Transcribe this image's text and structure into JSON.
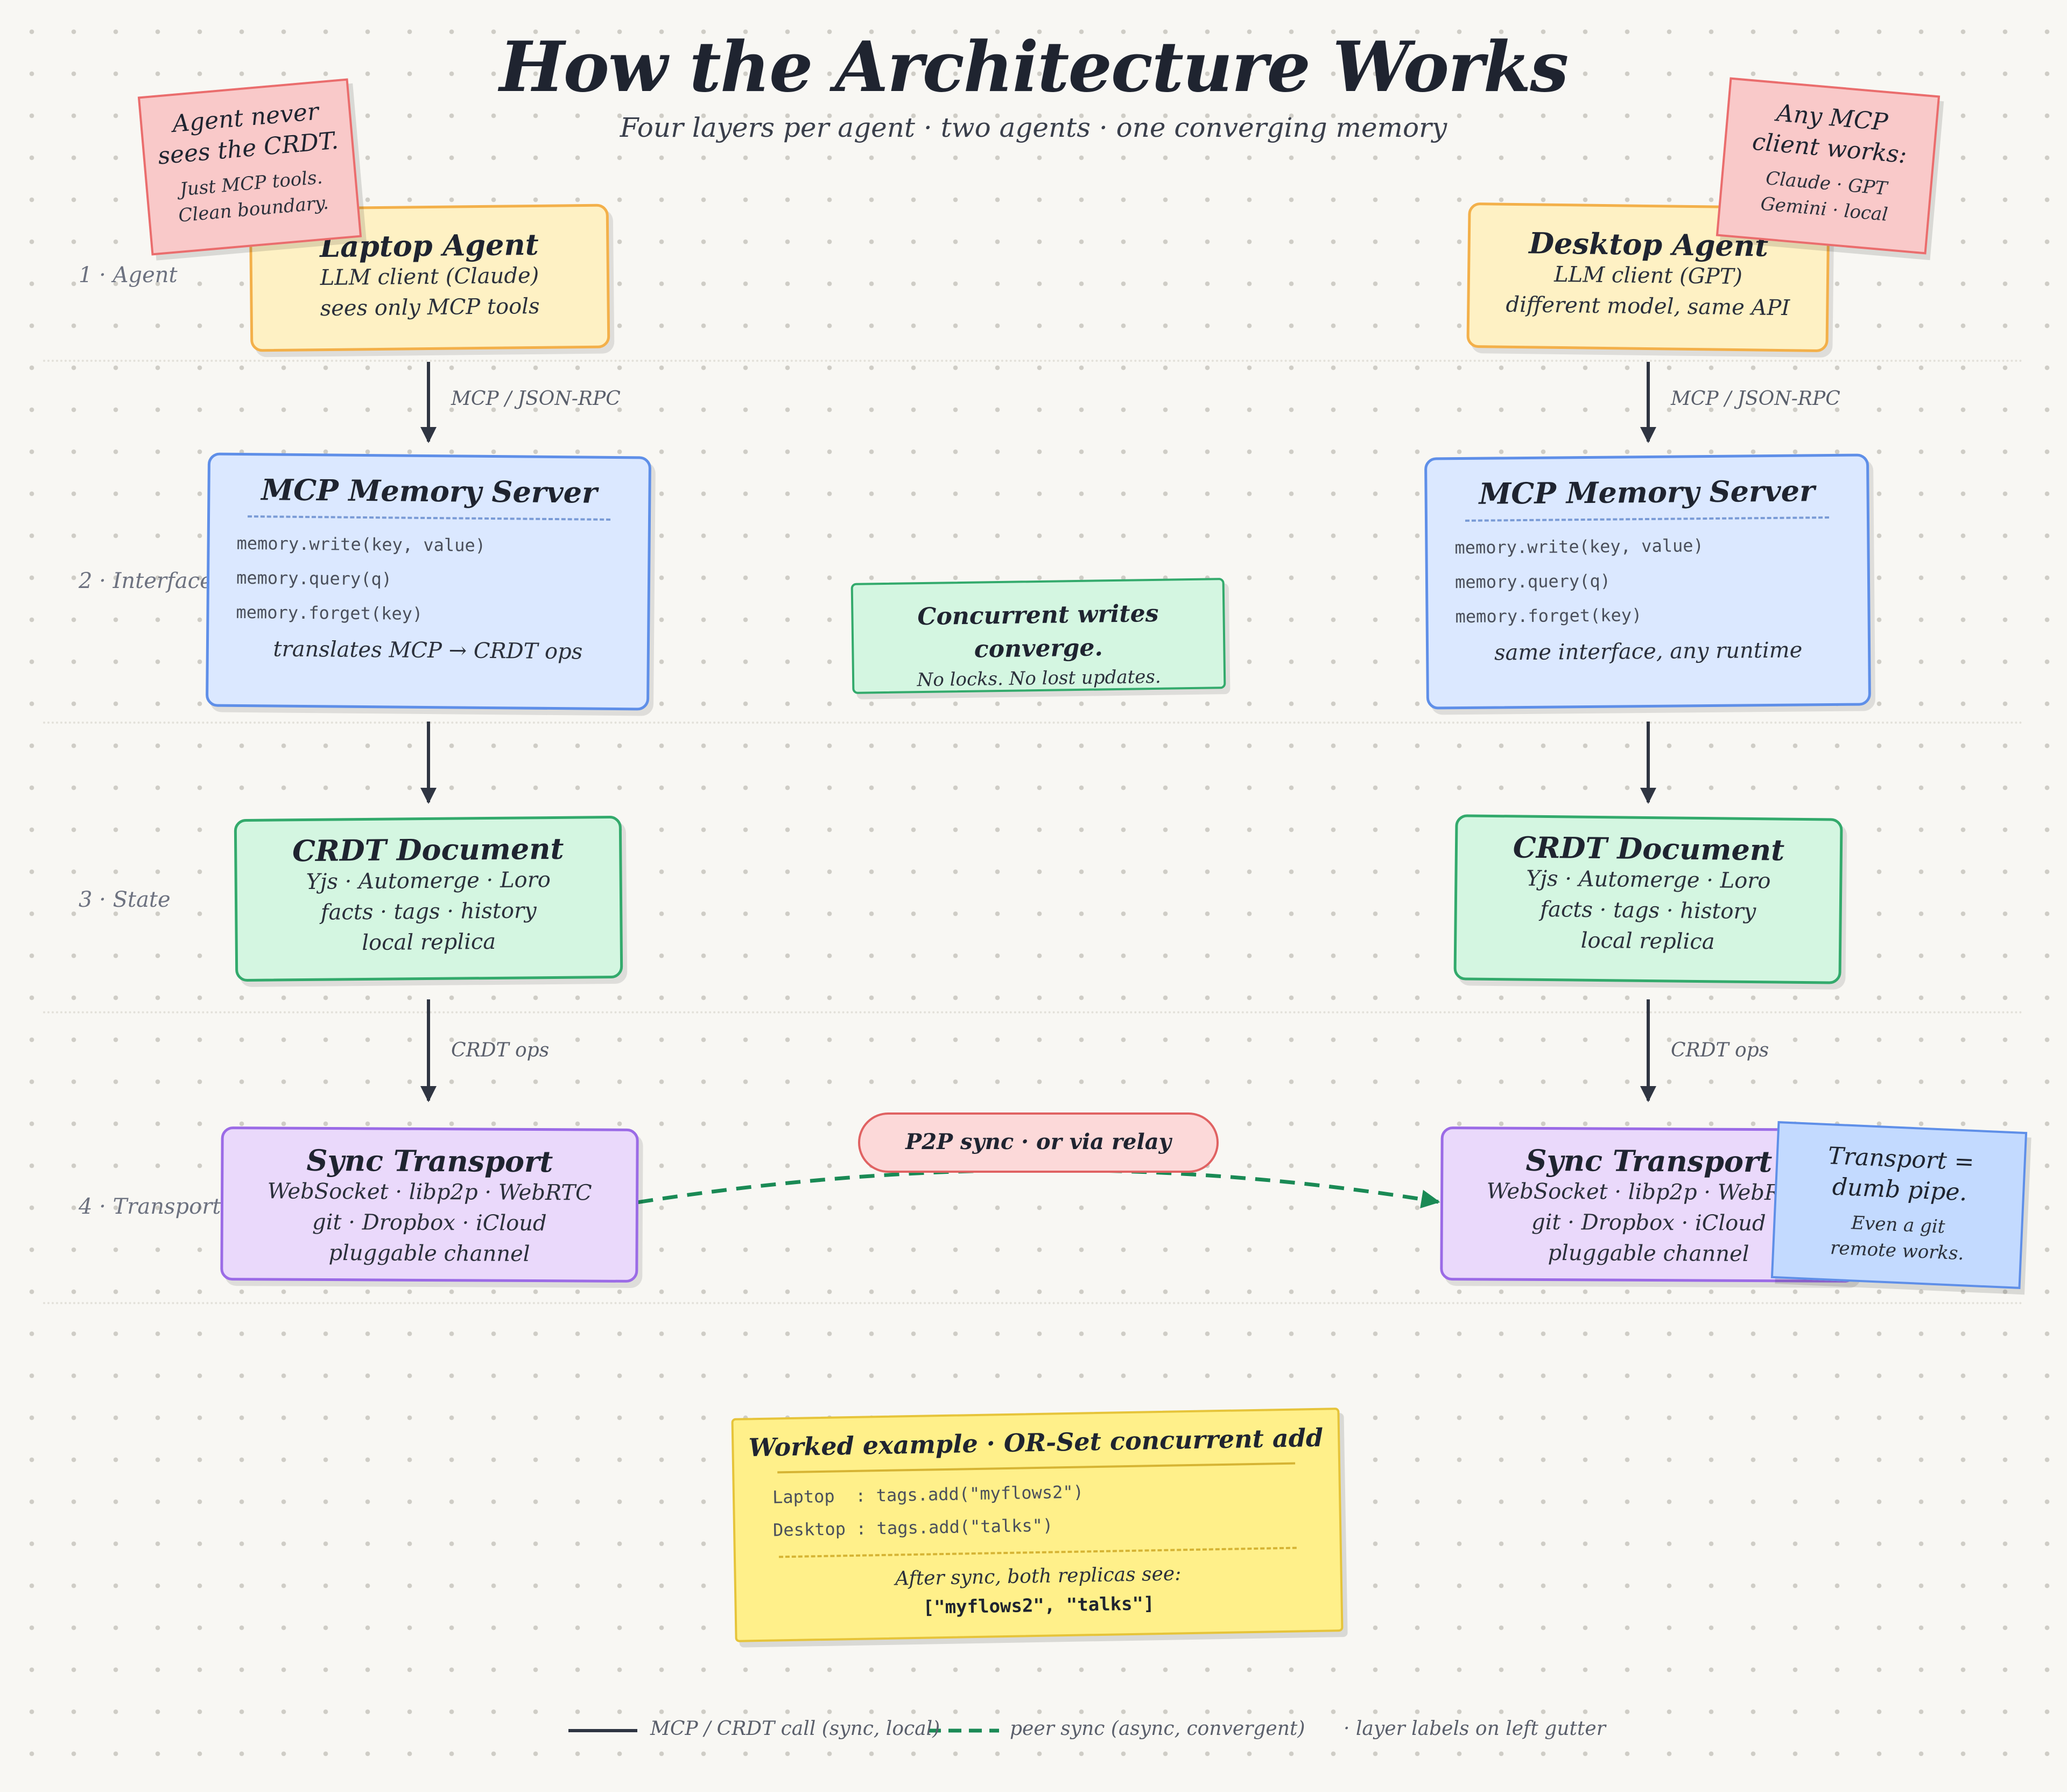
{
  "title": "How the Architecture Works",
  "subtitle": "Four layers per agent · two agents · one converging memory",
  "layers": [
    {
      "label": "1 · Agent"
    },
    {
      "label": "2 · Interface"
    },
    {
      "label": "3 · State"
    },
    {
      "label": "4 · Transport"
    }
  ],
  "left": {
    "agent": {
      "title": "Laptop Agent",
      "line1": "LLM client (Claude)",
      "line2": "sees only MCP tools"
    },
    "server": {
      "title": "MCP Memory Server",
      "code": [
        "memory.write(key, value)",
        "memory.query(q)",
        "memory.forget(key)"
      ],
      "footer": "translates MCP → CRDT ops"
    },
    "crdt": {
      "title": "CRDT Document",
      "lines": [
        "Yjs · Automerge · Loro",
        "facts · tags · history",
        "local replica"
      ]
    },
    "sync": {
      "title": "Sync Transport",
      "lines": [
        "WebSocket · libp2p · WebRTC",
        "git · Dropbox · iCloud",
        "pluggable channel"
      ]
    }
  },
  "right": {
    "agent": {
      "title": "Desktop Agent",
      "line1": "LLM client (GPT)",
      "line2": "different model, same API"
    },
    "server": {
      "title": "MCP Memory Server",
      "code": [
        "memory.write(key, value)",
        "memory.query(q)",
        "memory.forget(key)"
      ],
      "footer": "same interface, any runtime"
    },
    "crdt": {
      "title": "CRDT Document",
      "lines": [
        "Yjs · Automerge · Loro",
        "facts · tags · history",
        "local replica"
      ]
    },
    "sync": {
      "title": "Sync Transport",
      "lines": [
        "WebSocket · libp2p · WebRTC",
        "git · Dropbox · iCloud",
        "pluggable channel"
      ]
    }
  },
  "edges": {
    "mcp_left": "MCP / JSON-RPC",
    "mcp_right": "MCP / JSON-RPC",
    "crdt_left": "CRDT ops",
    "crdt_right": "CRDT ops"
  },
  "notes": {
    "agent_never": {
      "line1": "Agent never",
      "line2": "sees the CRDT.",
      "line3": "Just MCP tools.",
      "line4": "Clean boundary."
    },
    "any_mcp": {
      "line1": "Any MCP",
      "line2": "client works:",
      "line3": "Claude · GPT",
      "line4": "Gemini · local"
    },
    "transport": {
      "line1": "Transport =",
      "line2": "dumb pipe.",
      "line3": "Even a git",
      "line4": "remote works."
    },
    "converge": {
      "title": "Concurrent writes converge.",
      "sub": "No locks. No lost updates."
    }
  },
  "p2p_pill": "P2P sync · or via relay",
  "example": {
    "title": "Worked example · OR-Set concurrent add",
    "code1": "Laptop  : tags.add(\"myflows2\")",
    "code2": "Desktop : tags.add(\"talks\")",
    "result_label": "After sync, both replicas see:",
    "result_value": "[\"myflows2\", \"talks\"]"
  },
  "legend": {
    "solid": "MCP / CRDT call (sync, local)",
    "dashed": "peer sync (async, convergent)",
    "gutter": "· layer labels on left gutter"
  },
  "colors": {
    "arrow": "#2f3542",
    "peer_sync": "#1a8a55",
    "note_arrow": "#8a8f99"
  }
}
